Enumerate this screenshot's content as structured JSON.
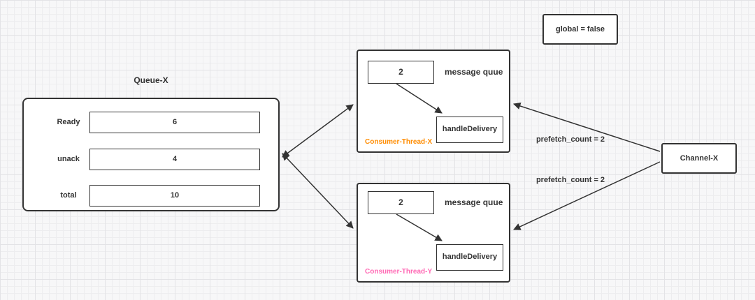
{
  "diagram": {
    "queue": {
      "title": "Queue-X",
      "rows": [
        {
          "label": "Ready",
          "value": "6"
        },
        {
          "label": "unack",
          "value": "4"
        },
        {
          "label": "total",
          "value": "10"
        }
      ]
    },
    "consumers": [
      {
        "name": "Consumer-Thread-X",
        "name_color": "#ff8c00",
        "count": "2",
        "queue_label": "message quue",
        "handler": "handleDelivery"
      },
      {
        "name": "Consumer-Thread-Y",
        "name_color": "#ff69b4",
        "count": "2",
        "queue_label": "message quue",
        "handler": "handleDelivery"
      }
    ],
    "global_label": "global = false",
    "channel_label": "Channel-X",
    "prefetch_labels": [
      "prefetch_count = 2",
      "prefetch_count = 2"
    ],
    "colors": {
      "line": "#333333",
      "text": "#333333",
      "background": "#f7f7f8"
    }
  }
}
